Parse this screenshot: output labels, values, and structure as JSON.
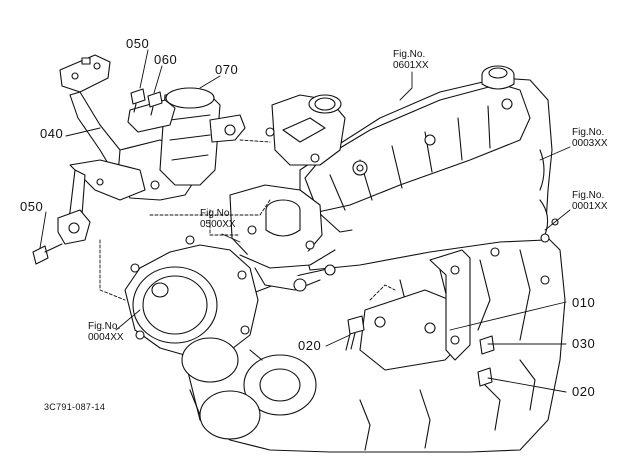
{
  "diagram": {
    "part_labels": {
      "p010": "010",
      "p020a": "020",
      "p020b": "020",
      "p030": "030",
      "p040": "040",
      "p050a": "050",
      "p050b": "050",
      "p060": "060",
      "p070": "070"
    },
    "fig_refs": {
      "f0601": {
        "title": "Fig.No.",
        "code": "0601XX"
      },
      "f0003": {
        "title": "Fig.No.",
        "code": "0003XX"
      },
      "f0001": {
        "title": "Fig.No.",
        "code": "0001XX"
      },
      "f0500": {
        "title": "Fig.No.",
        "code": "0500XX"
      },
      "f0004": {
        "title": "Fig.No.",
        "code": "0004XX"
      }
    },
    "drawing_code": "3C791-087-14"
  }
}
